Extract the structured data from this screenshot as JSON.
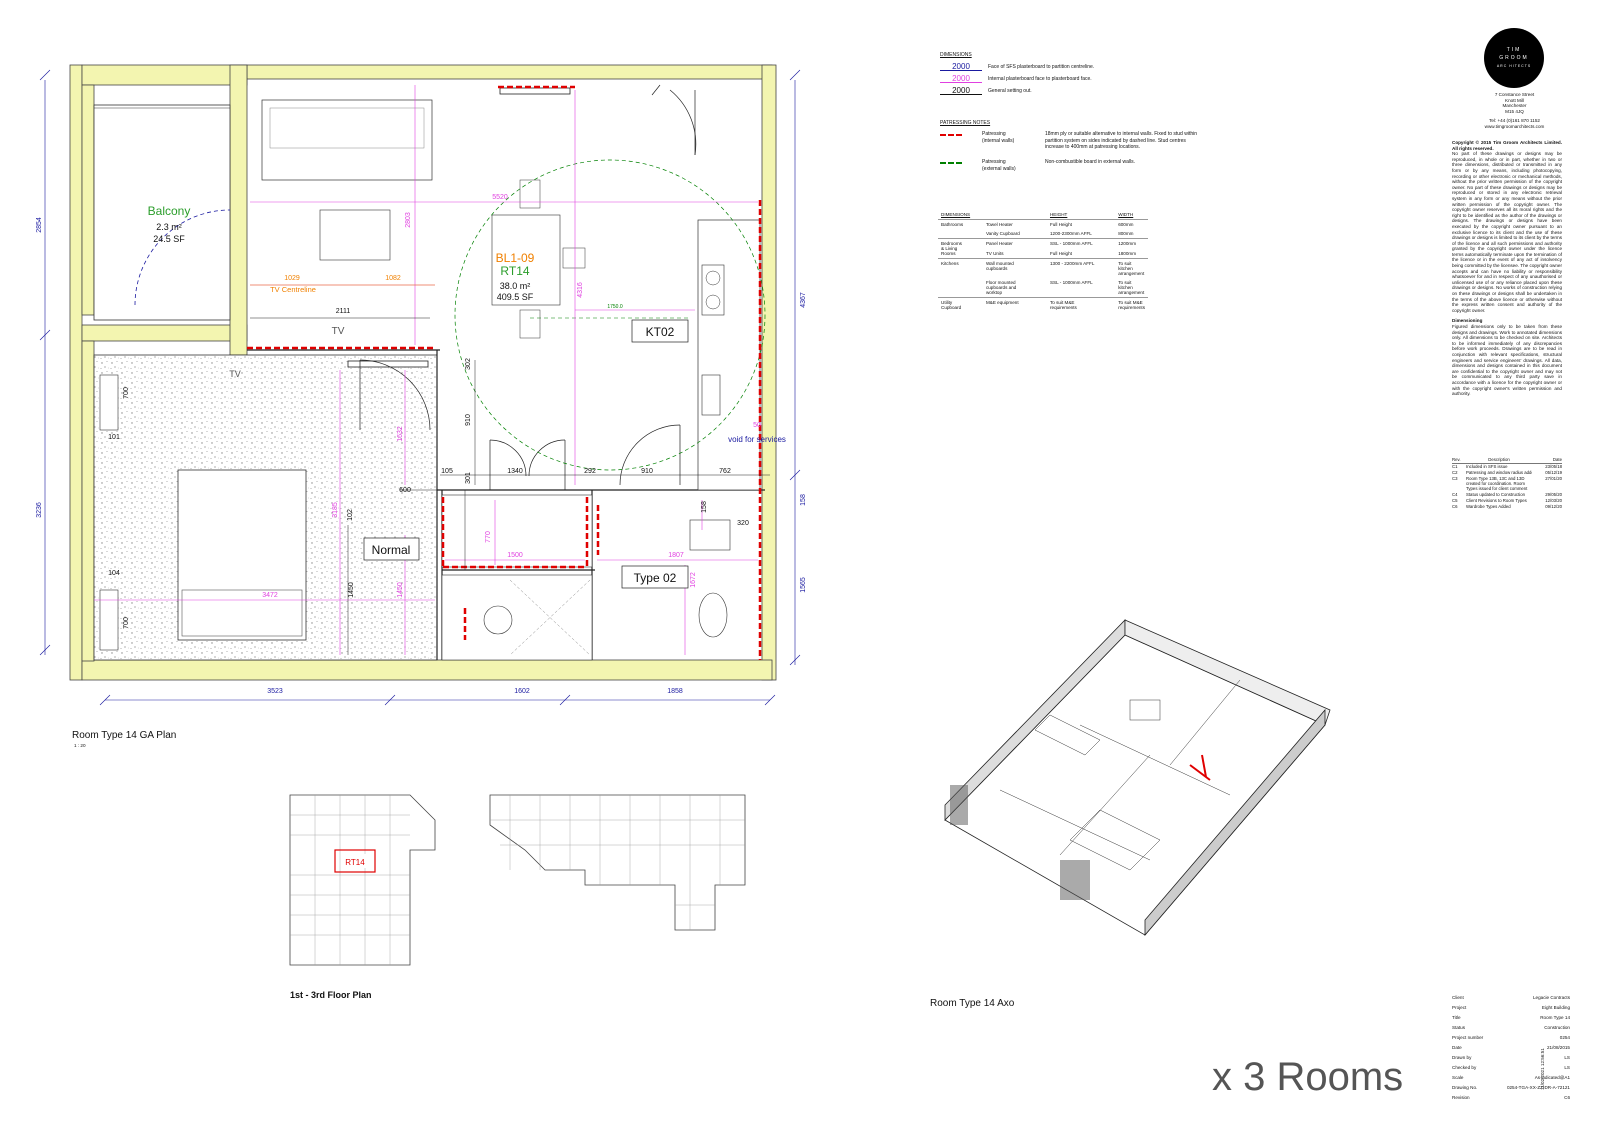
{
  "plan": {
    "title": "Room Type 14 GA Plan",
    "scale": "1 : 20",
    "rooms": {
      "balcony": {
        "name": "Balcony",
        "area_m2": "2.3 m²",
        "area_sf": "24.5 SF"
      },
      "unit": {
        "code": "BL1-09",
        "type": "RT14",
        "area_m2": "38.0 m²",
        "area_sf": "409.5 SF"
      },
      "kitchen": "KT02",
      "bed": "Normal",
      "bath": "Type 02",
      "void": "void for services",
      "tv_top": "TV",
      "tv_bed": "TV",
      "tv_centreline": "TV Centreline"
    },
    "dims": {
      "d5520": "5520",
      "d2803": "2803",
      "d1029": "1029",
      "d1082": "1082",
      "d2111": "2111",
      "d4316": "4316",
      "d1750": "1750.0",
      "d302": "302",
      "d910a": "910",
      "d1632": "1632",
      "d105": "105",
      "d1340": "1340",
      "d292": "292",
      "d910b": "910",
      "d762": "762",
      "d50": "50",
      "d301": "301",
      "d600": "600",
      "d3185": "3185",
      "d102": "102",
      "d770": "770",
      "d1500": "1500",
      "d1807": "1807",
      "d158a": "158",
      "d320": "320",
      "d1672": "1672",
      "d3472": "3472",
      "d1450a": "1450",
      "d1450b": "1450",
      "d700a": "700",
      "d101": "101",
      "d104": "104",
      "d700b": "700",
      "d2854": "2854",
      "d3236": "3236",
      "d4367": "4367",
      "d158b": "158",
      "d1565": "1565",
      "d3523": "3523",
      "d1602": "1602",
      "d1858": "1858"
    }
  },
  "floorplan": {
    "title": "1st - 3rd Floor Plan",
    "tag": "RT14"
  },
  "axo": {
    "title": "Room Type 14 Axo"
  },
  "rooms_count": "x 3 Rooms",
  "legend": {
    "dimensions_title": "DIMENSIONS",
    "dim_items": [
      {
        "value": "2000",
        "color": "#1a1aa0",
        "text": "Face of SFS plasterboard to partition centreline."
      },
      {
        "value": "2000",
        "color": "#e040e0",
        "text": "Internal plasterboard face to plasterboard face."
      },
      {
        "value": "2000",
        "color": "#111111",
        "text": "General setting out."
      }
    ],
    "patressing_title": "PATRESSING NOTES",
    "patressing": [
      {
        "color": "#e00000",
        "name": "Patressing\n(internal walls)",
        "text": "18mm ply or suitable alternative to internal walls. Fixed to stud within partition system on sides indicated by dashed line. Stud centres increase to 400mm at patressing locations."
      },
      {
        "color": "#008000",
        "name": "Patressing\n(external walls)",
        "text": "Non-combustible board in external walls."
      }
    ]
  },
  "dim_table": {
    "headers": [
      "DIMENSIONS",
      "",
      "HEIGHT",
      "WIDTH"
    ],
    "groups": [
      {
        "room": "Bathrooms",
        "rows": [
          [
            "Towel Heater",
            "Full Height",
            "600mm"
          ],
          [
            "Vanity Cupboard",
            "1200-2300mm AFFL",
            "800mm"
          ]
        ]
      },
      {
        "room": "Bedrooms\n& Living\nRooms",
        "rows": [
          [
            "Panel Heater",
            "SSL - 1000mm AFFL",
            "1200mm"
          ],
          [
            "TV Units",
            "Full Height",
            "1800mm"
          ]
        ]
      },
      {
        "room": "Kitchens",
        "rows": [
          [
            "Wall mounted\ncupboards",
            "1300 - 2200mm AFFL",
            "To suit kitchen\narrangement"
          ],
          [
            "Floor mounted\ncupboards and\nworktop",
            "SSL - 1000mm AFFL",
            "To suit kitchen\narrangement"
          ]
        ]
      },
      {
        "room": "Utility\nCupboard",
        "rows": [
          [
            "M&E equipment",
            "To suit M&E\nrequirements",
            "To suit M&E\nrequirements"
          ]
        ]
      }
    ]
  },
  "practice": {
    "logo_lines": [
      "TIM",
      "GROOM",
      "ARC HITECTS"
    ],
    "address": [
      "7 Constance Street",
      "Knott Mill",
      "Manchester",
      "M15 4JQ",
      "",
      "Tel: +44 (0)161 870 1152",
      "www.timgroomarchitects.com"
    ]
  },
  "copyright": {
    "title": "Copyright © 2015 Tim Groom Architects Limited.  All rights reserved.",
    "body": "No part of these drawings or designs may be reproduced, in whole or in part, whether in two or three dimensions, distributed or transmitted in any form or by any means, including photocopying, recording or other electronic or mechanical methods, without the prior written permission of the copyright owner. No part of these drawings or designs may be reproduced or stored in any electronic retrieval system in any form or any means without the prior written permission of the copyright owner. The copyright owner reserves all its moral rights and the right to be identified as the author of the drawings or designs. The drawings or designs have been executed by the copyright owner pursuant to an exclusive licence to its client and the use of these drawings or designs is limited to its client by the terms of the licence and all such permissions and authority granted by the copyright owner under the licence terms automatically terminate upon the termination of the licence or in the event of any act of insolvency being committed by the licensee. The copyright owner accepts and can have no liability or responsibility whatsoever for and in respect of any unauthorised or unlicensed use of or any reliance placed upon these drawings or designs. No works of construction relying on these drawings or designs shall be undertaken in the terms of the above licence or otherwise without the express written consent and authority of the copyright owner.",
    "dim_title": "Dimensioning",
    "dim_body": "Figured dimensions only to be taken from these designs and drawings.  Work to annotated dimensions only.  All dimensions to be checked on site.  Architects to be informed immediately of any discrepancies before work proceeds. Drawings are to be read in conjunction with relevant specifications, structural engineers and service engineers' drawings. All data, dimensions and designs contained in this document are confidential to the copyright owner and may not be communicated to any third party save in accordance with a licence for the copyright owner or with the copyright owner's written permission and authority."
  },
  "revisions": {
    "headers": [
      "Rev.",
      "Description",
      "Date"
    ],
    "rows": [
      [
        "C1",
        "Included in SFS issue",
        "23/05/18"
      ],
      [
        "C2",
        "Patressing and window radius added",
        "05/12/19"
      ],
      [
        "C3",
        "Room Type 13B, 13C and 13D created for coordination. Room Types issued for client comment",
        "27/01/20"
      ],
      [
        "C4",
        "Status updated to Construction",
        "29/05/20"
      ],
      [
        "C5",
        "Client Revisions to Room Types",
        "12/03/20"
      ],
      [
        "C6",
        "Wardrobe Types Added",
        "09/12/20"
      ]
    ]
  },
  "title_block": {
    "rows": [
      [
        "Client",
        "Legacie Contracts"
      ],
      [
        "Project",
        "Eight Building"
      ],
      [
        "Title",
        "Room Type 14"
      ],
      [
        "Status",
        "Construction"
      ],
      [
        "Project number",
        "0254"
      ],
      [
        "Date",
        "21/08/2015"
      ],
      [
        "Drawn by",
        "LS"
      ],
      [
        "Checked by",
        "LS"
      ],
      [
        "Scale",
        "As indicated@A1"
      ],
      [
        "Drawing No.",
        "0254-TGA-XX-ZZ-DR-A-72121"
      ],
      [
        "Revision",
        "C6"
      ]
    ],
    "print_stamp": "11/02/2021 12:56:51"
  },
  "colors": {
    "wall": "#f3f5b0",
    "dim_blue": "#1a1aa0",
    "dim_magenta": "#e040e0",
    "dim_orange": "#f08000",
    "red_patress": "#e00000",
    "green_patress": "#008000",
    "room_green": "#2a9d2a"
  }
}
